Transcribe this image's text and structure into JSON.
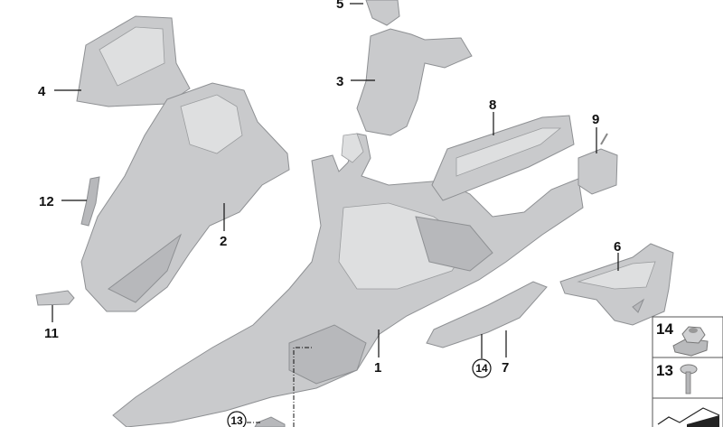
{
  "callouts": {
    "c1": "1",
    "c2": "2",
    "c3": "3",
    "c4": "4",
    "c5": "5",
    "c6": "6",
    "c7": "7",
    "c8": "8",
    "c9": "9",
    "c11": "11",
    "c12": "12",
    "c13": "13",
    "c14": "14"
  },
  "legend": [
    {
      "number": "14",
      "icon": "hex-nut-with-plate-icon"
    },
    {
      "number": "13",
      "icon": "torx-screw-icon"
    },
    {
      "number": "",
      "icon": "shim-plate-icon"
    }
  ]
}
